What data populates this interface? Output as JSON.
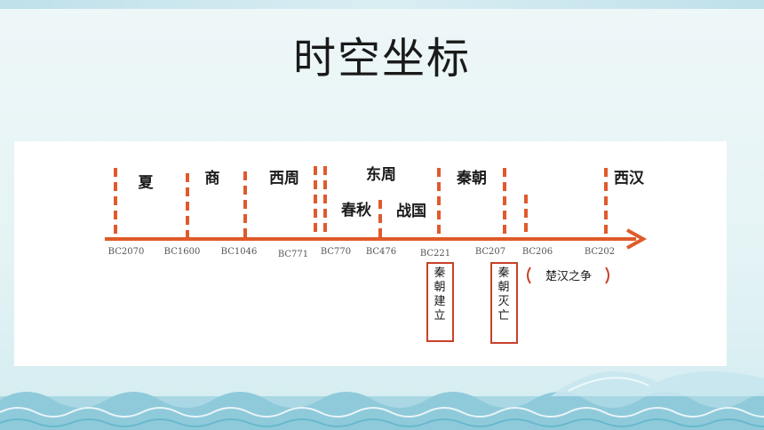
{
  "slide": {
    "title": "时空坐标",
    "colors": {
      "accent": "#e05a2b",
      "box": "#c8412a",
      "text": "#1a1a1a",
      "label": "#555555"
    }
  },
  "timeline": {
    "dates": [
      "BC2070",
      "BC1600",
      "BC1046",
      "BC771",
      "BC770",
      "BC476",
      "BC221",
      "BC207",
      "BC206",
      "BC202"
    ],
    "periods": [
      "夏",
      "商",
      "西周",
      "东周",
      "春秋",
      "战国",
      "秦朝",
      "西汉"
    ],
    "events": [
      "秦朝建立",
      "秦朝灭亡"
    ],
    "bracket_text": "楚汉之争"
  }
}
